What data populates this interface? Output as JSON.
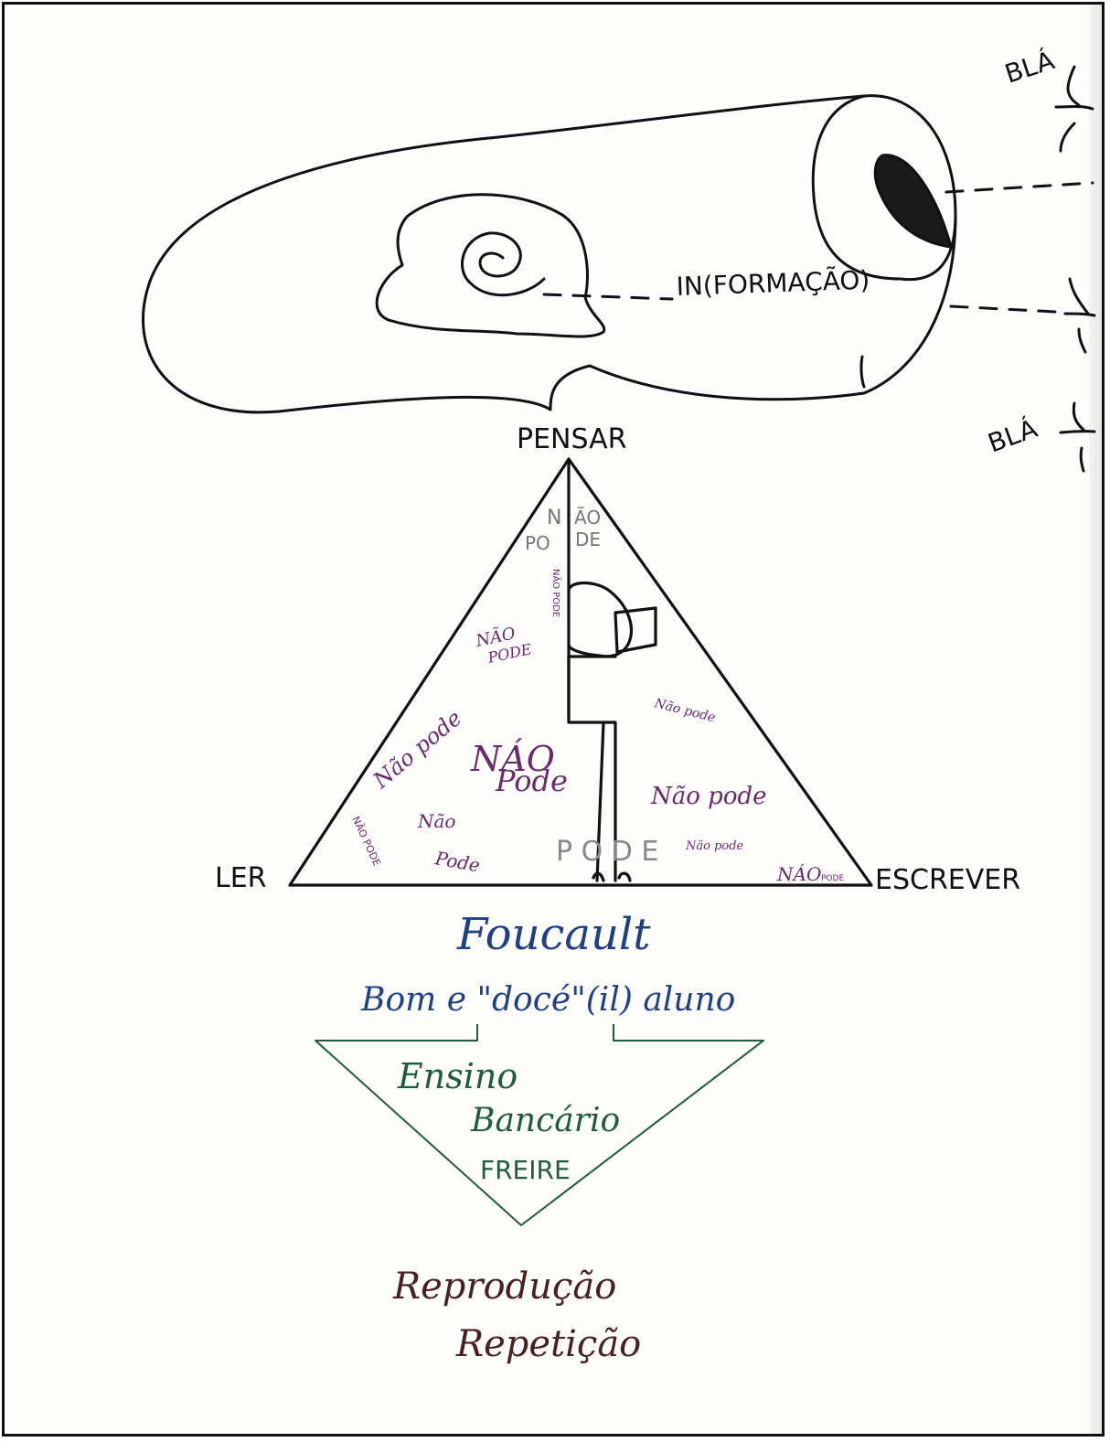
{
  "colors": {
    "black_ink": "#111111",
    "purple_ink": "#6a2a6e",
    "gray_ink": "#777777",
    "blue_ink": "#1f3f86",
    "green_ink": "#1f5a44",
    "brown_ink": "#4a1f24"
  },
  "brain": {
    "info_label": "IN(FORMAÇÃO)",
    "bla_top": "BLÁ",
    "bla_bottom": "BLÁ"
  },
  "pyramid": {
    "apex_label": "PENSAR",
    "left_label": "LER",
    "right_label": "ESCREVER",
    "gray_text": {
      "n": "N",
      "ao": "ÃO",
      "po": "PO",
      "de": "DE",
      "pode_bottom": "P  O  D  E"
    },
    "purple_text": {
      "nao_pode_vertical": "NÃO PODE",
      "nao_pode_1": "NÃO",
      "nao_pode_1b": "PODE",
      "nao_pode_2": "Não pode",
      "nao_pode_big_1": "NÁO",
      "nao_pode_big_2": "Pode",
      "nao_pode_3a": "Não",
      "nao_pode_3b": "Pode",
      "nao_pode_4": "NÃO PODE",
      "nao_pode_5": "Não pode",
      "nao_pode_6": "Não pode",
      "nao_pode_7": "Não pode",
      "nao_pode_8a": "NÁO",
      "nao_pode_8b": "PODE"
    }
  },
  "texts": {
    "foucault": "Foucault",
    "bom_aluno": "Bom e \"docé\"(il) aluno",
    "ensino": "Ensino",
    "bancario": "Bancário",
    "freire": "FREIRE",
    "reproducao": "Reprodução",
    "repeticao": "Repetição"
  }
}
